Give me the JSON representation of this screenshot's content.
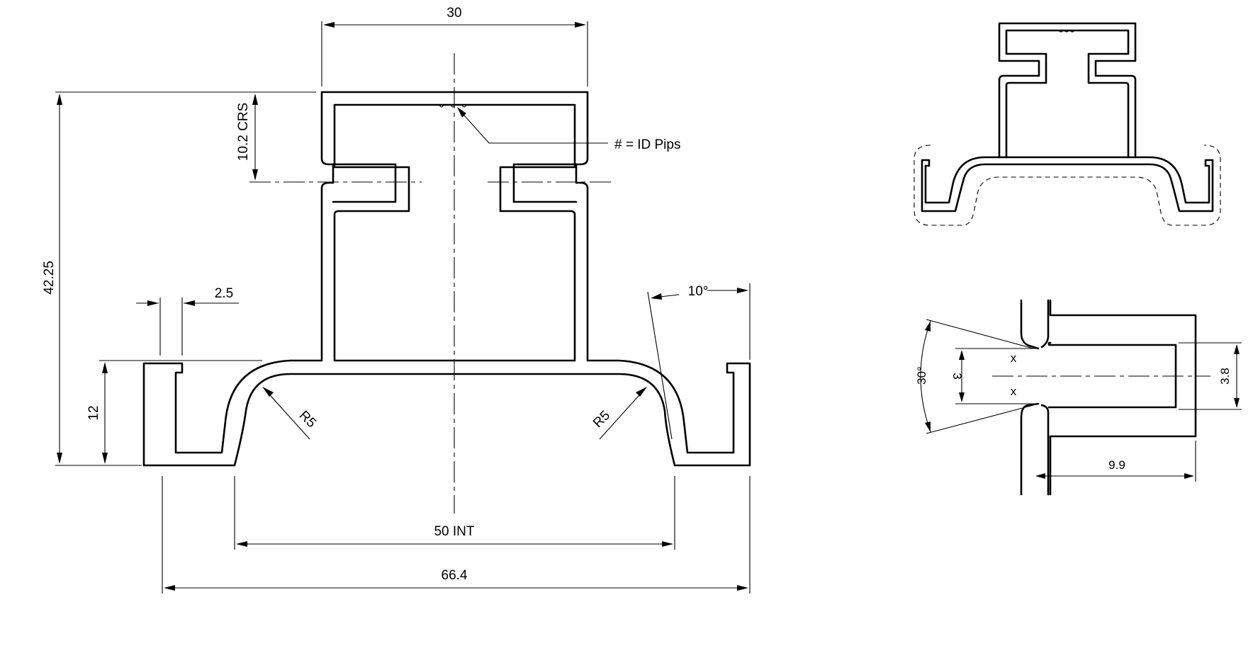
{
  "drawing": {
    "main_view": {
      "dims": {
        "top_width": "30",
        "height": "42.25",
        "crs": "10.2 CRS",
        "lip": "2.5",
        "angle": "10°",
        "foot_height": "12",
        "radius_left": "R5",
        "radius_right": "R5",
        "internal_width": "50 INT",
        "overall_width": "66.4"
      },
      "note": "# = ID Pips"
    },
    "detail_view": {
      "dims": {
        "angle": "30°",
        "gap": "3",
        "slot": "3.8",
        "depth": "9.9",
        "x_top": "x",
        "x_bottom": "x"
      }
    }
  }
}
